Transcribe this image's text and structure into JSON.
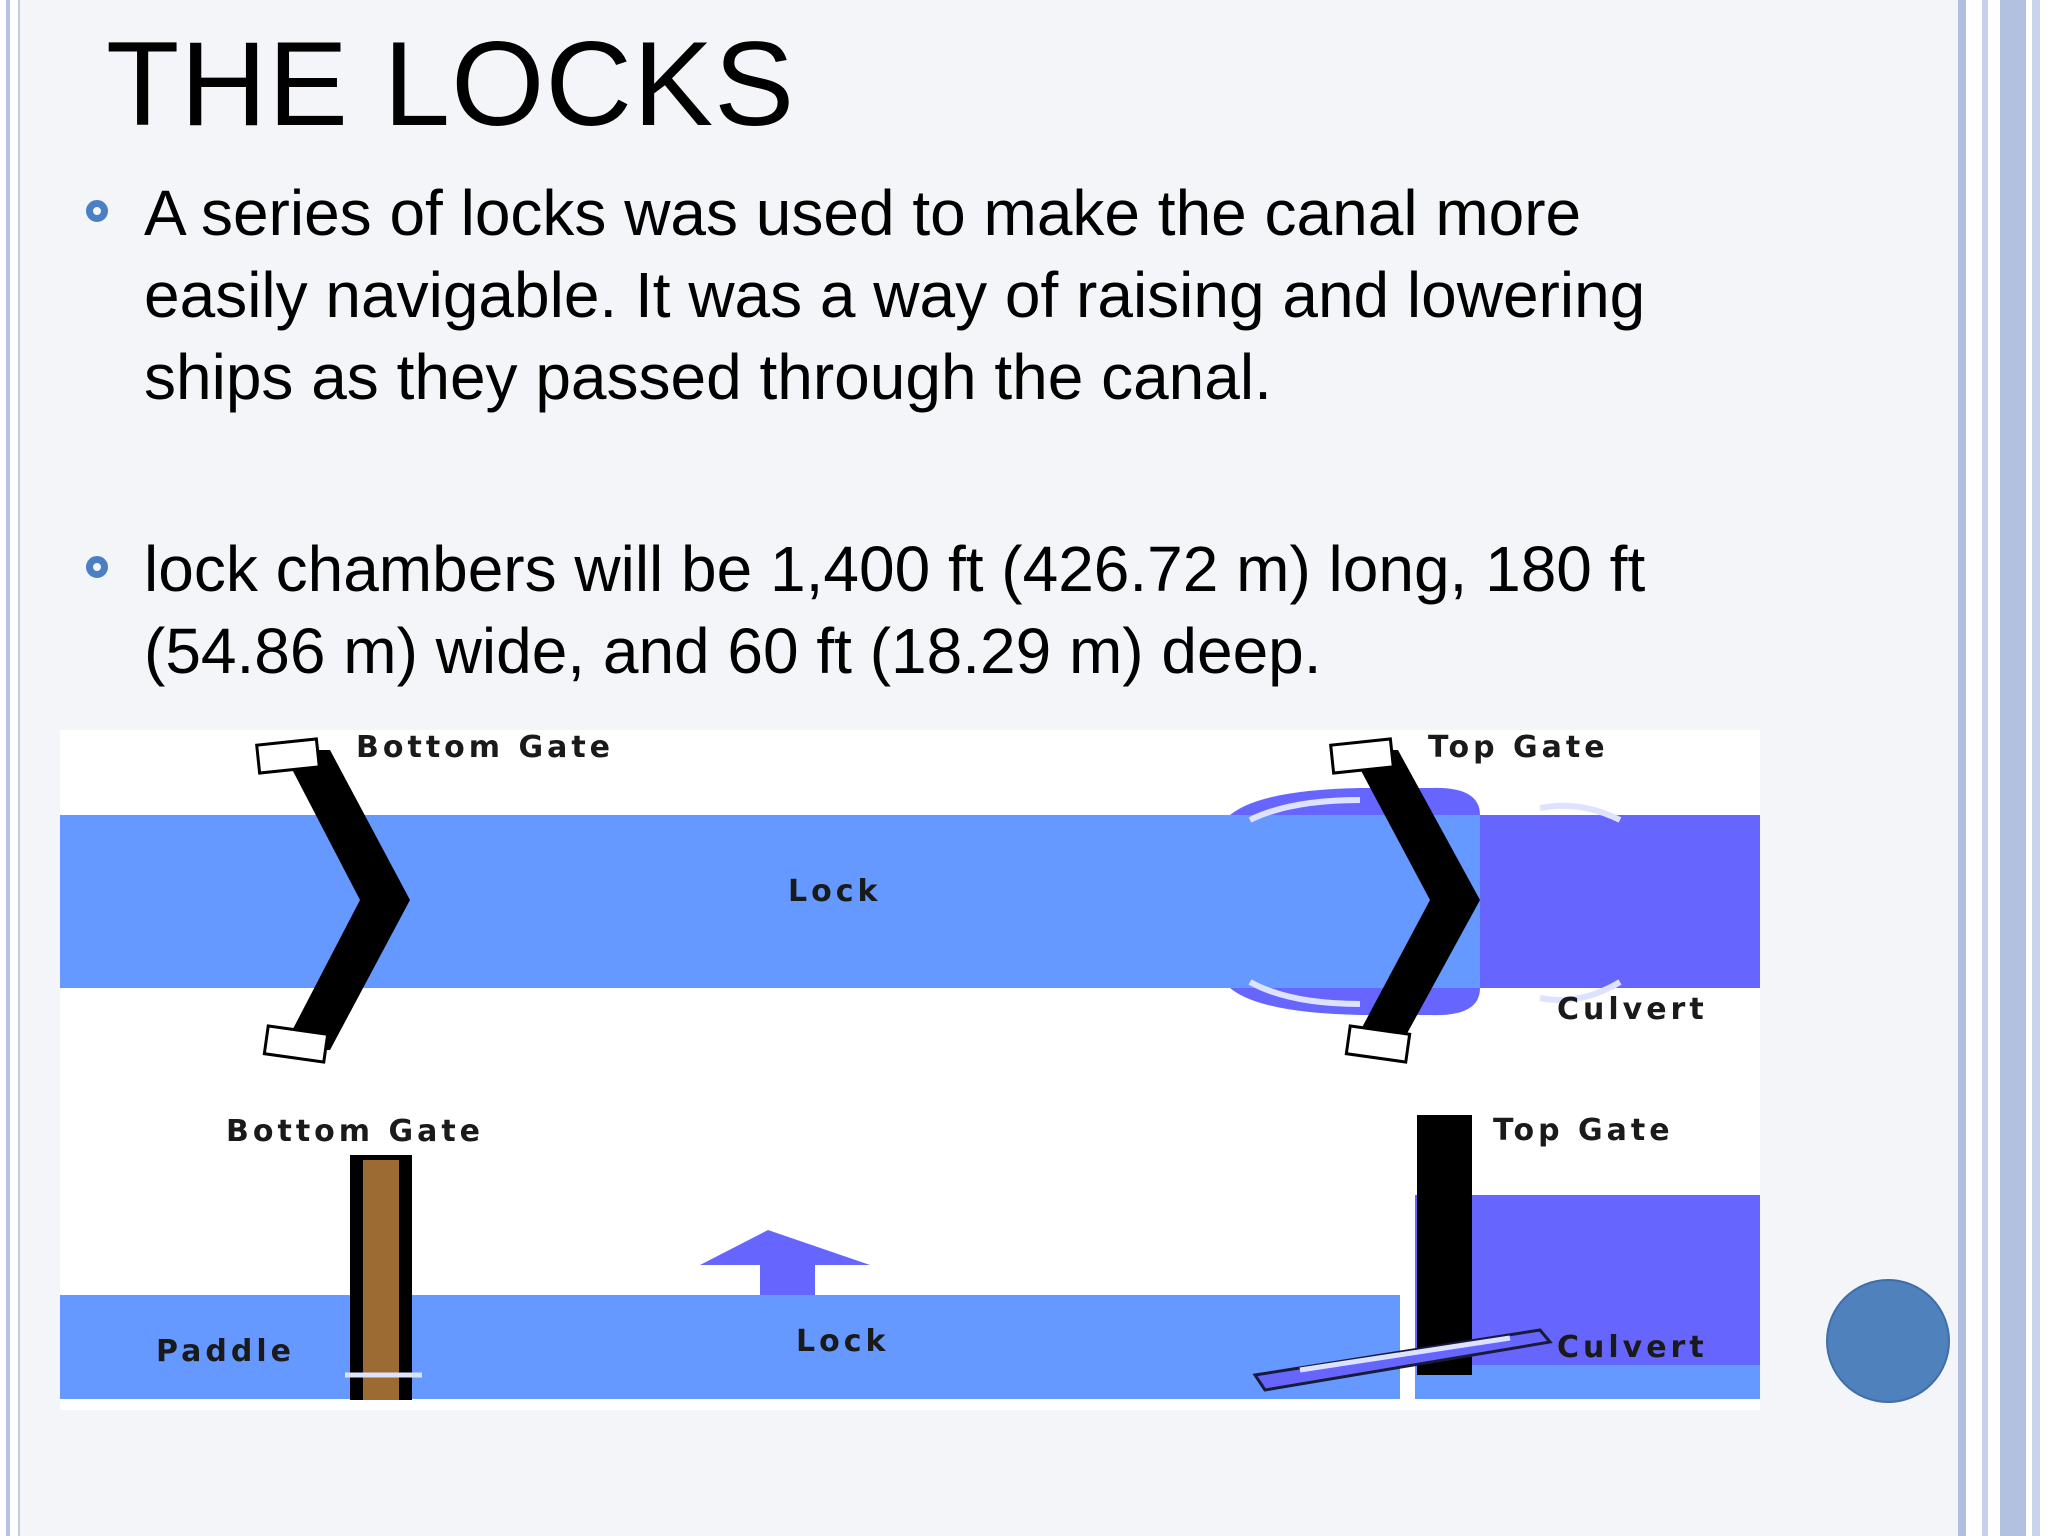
{
  "slide": {
    "title": "THE LOCKS",
    "bullets": [
      "A series of locks was used to make the canal more\neasily navigable. It was a way of raising and lowering\nships as they passed through the canal.",
      "lock chambers will be 1,400 ft (426.72 m) long, 180 ft\n(54.86 m) wide, and 60 ft (18.29 m) deep."
    ]
  },
  "diagram": {
    "top_view": {
      "bottom_gate_label": "Bottom Gate",
      "top_gate_label": "Top Gate",
      "lock_label": "Lock",
      "culvert_label": "Culvert"
    },
    "side_view": {
      "bottom_gate_label": "Bottom Gate",
      "top_gate_label": "Top Gate",
      "lock_label": "Lock",
      "paddle_label": "Paddle",
      "culvert_label": "Culvert"
    },
    "colors": {
      "lock_water": "#6699ff",
      "upper_water": "#6666ff",
      "gate": "#000000",
      "paddle": "#9c6a33"
    }
  }
}
